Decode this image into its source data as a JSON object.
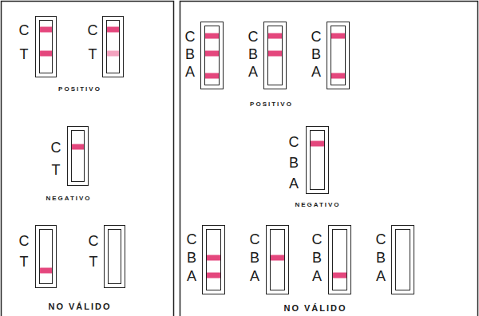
{
  "diagram": {
    "labels": [
      "C",
      "T",
      "C",
      "T",
      "POSITIVO",
      "C",
      "T",
      "NEGATIVO",
      "C",
      "T",
      "C",
      "T",
      "NO VÁLIDO",
      "C",
      "B",
      "A",
      "C",
      "B",
      "A",
      "C",
      "B",
      "A",
      "POSITIVO",
      "C",
      "B",
      "A",
      "NEGATIVO",
      "C",
      "B",
      "A",
      "C",
      "B",
      "A",
      "C",
      "B",
      "A",
      "C",
      "B",
      "A",
      "NO VÁLIDO"
    ]
  }
}
